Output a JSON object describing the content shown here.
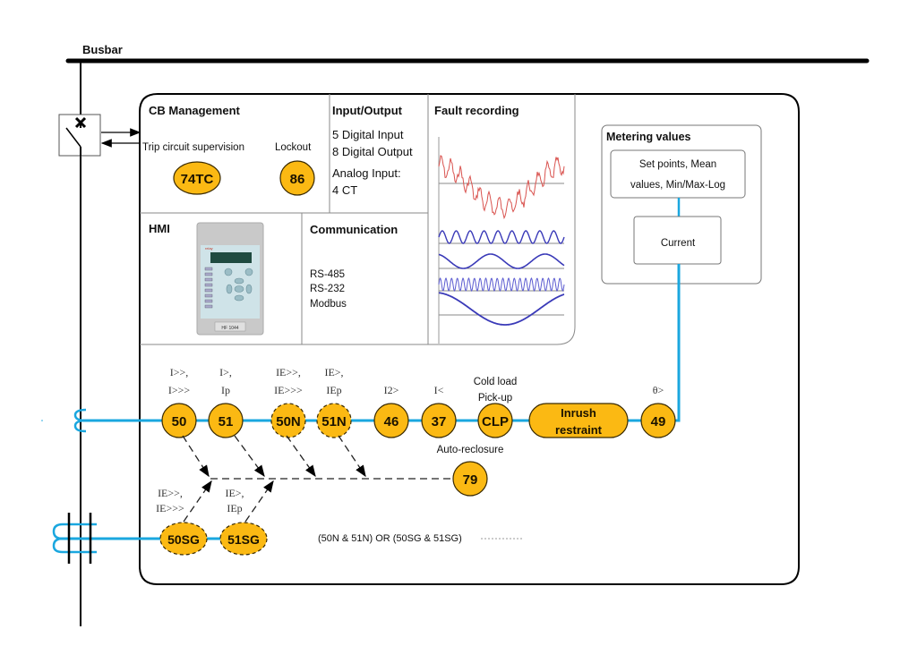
{
  "busbar": {
    "label": "Busbar"
  },
  "cb_management": {
    "title": "CB Management",
    "trip_label": "Trip circuit supervision",
    "trip_code": "74TC",
    "lockout_label": "Lockout",
    "lockout_code": "86"
  },
  "io": {
    "title": "Input/Output",
    "lines": [
      "5 Digital Input",
      "8 Digital Output",
      "Analog Input:",
      "4 CT"
    ]
  },
  "fault_recording": {
    "title": "Fault recording"
  },
  "hmi": {
    "title": "HMI",
    "device_label": "HF 1044"
  },
  "communication": {
    "title": "Communication",
    "protocols": [
      "RS-485",
      "RS-232",
      "Modbus"
    ]
  },
  "metering": {
    "title": "Metering values",
    "setpoints_line1": "Set points, Mean",
    "setpoints_line2": "values, Min/Max-Log",
    "current": "Current"
  },
  "functions": [
    {
      "code": "50",
      "label1": "I>>,",
      "label2": "I>>>",
      "dashed": false
    },
    {
      "code": "51",
      "label1": "I>,",
      "label2": "Ip",
      "dashed": false
    },
    {
      "code": "50N",
      "label1": "IE>>,",
      "label2": "IE>>>",
      "dashed": true
    },
    {
      "code": "51N",
      "label1": "IE>,",
      "label2": "IEp",
      "dashed": true
    },
    {
      "code": "46",
      "label1": "",
      "label2": "I2>",
      "dashed": false
    },
    {
      "code": "37",
      "label1": "",
      "label2": "I<",
      "dashed": false
    },
    {
      "code": "CLP",
      "label1": "Cold load",
      "label2": "Pick-up",
      "dashed": false
    },
    {
      "code_line1": "Inrush",
      "code_line2": "restraint"
    },
    {
      "code": "49",
      "label1": "",
      "label2": "θ>",
      "dashed": false
    }
  ],
  "sensitive_ground": [
    {
      "code": "50SG",
      "label1": "IE>>,",
      "label2": "IE>>>"
    },
    {
      "code": "51SG",
      "label1": "IE>,",
      "label2": "IEp"
    }
  ],
  "auto_reclosure": {
    "label": "Auto-reclosure",
    "code": "79"
  },
  "legend": {
    "text": "(50N & 51N) OR (50SG & 51SG)"
  }
}
